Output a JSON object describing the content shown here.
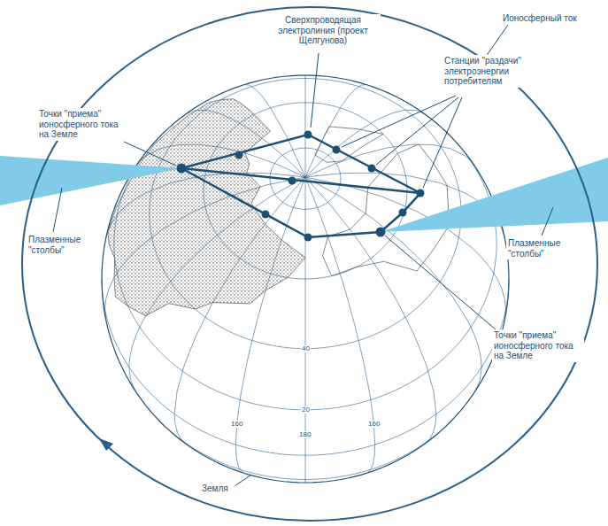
{
  "diagram": {
    "labels": [
      "Ионосферный ток",
      "Сверхпроводящая электролиния (проект Щелгунова)",
      "Точки \"приема\" ионосферного тока на Земле",
      "Станции \"раздачи\" электроэнергии потребителям",
      "Плазменные \"столбы\"",
      "Плазменные \"столбы\"",
      "Точки \"приема\" ионосферного тока на Земле",
      "Земля",
      "40",
      "20",
      "160",
      "180",
      "160"
    ]
  }
}
